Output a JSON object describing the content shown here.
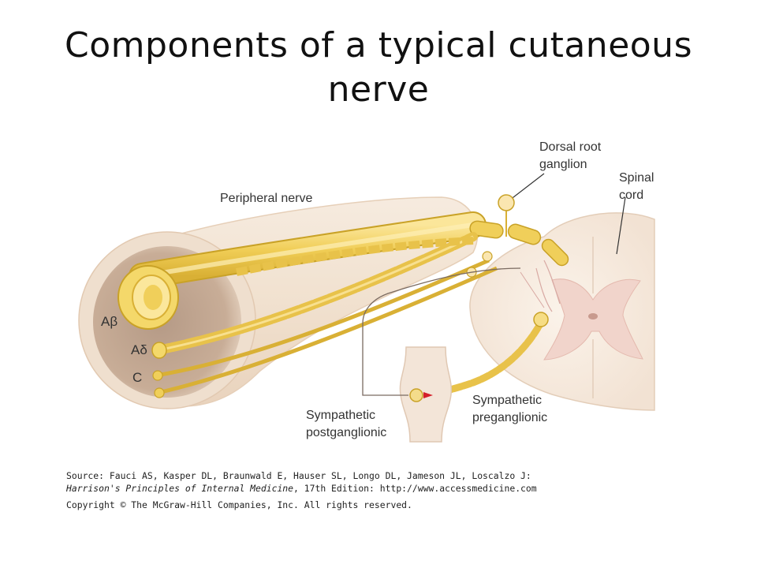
{
  "title": "Components of a typical cutaneous nerve",
  "labels": {
    "peripheral_nerve": "Peripheral nerve",
    "dorsal_root_ganglion_1": "Dorsal root",
    "dorsal_root_ganglion_2": "ganglion",
    "spinal_cord_1": "Spinal",
    "spinal_cord_2": "cord",
    "a_beta": "Aβ",
    "a_delta": "Aδ",
    "c_fiber": "C",
    "sympathetic_post_1": "Sympathetic",
    "sympathetic_post_2": "postganglionic",
    "sympathetic_pre_1": "Sympathetic",
    "sympathetic_pre_2": "preganglionic"
  },
  "source": {
    "line1": "Source: Fauci AS, Kasper DL, Braunwald E, Hauser SL, Longo DL, Jameson JL, Loscalzo J:",
    "line2_book": "Harrison's Principles of Internal Medicine",
    "line2_rest": ", 17th Edition: http://www.accessmedicine.com",
    "line3": "Copyright © The McGraw-Hill Companies, Inc. All rights reserved."
  },
  "colors": {
    "nerve_sheath": "#f2e3d2",
    "nerve_cut_face": "#c9ab94",
    "myelin": "#f0cf5a",
    "myelin_outline": "#c9a227",
    "spinal_cord": "#f7ebe0",
    "gray_matter": "#f3d6cf",
    "sympathetic_arrow": "#d4202a"
  }
}
